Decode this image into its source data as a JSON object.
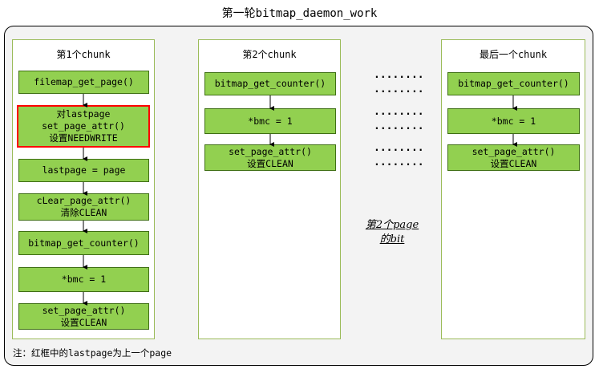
{
  "title": "第一轮bitmap_daemon_work",
  "panels": [
    {
      "title": "第1个chunk",
      "boxes": [
        {
          "label": "filemap_get_page()"
        },
        {
          "label": "对lastpage\nset_page_attr()\n设置NEEDWRITE",
          "highlight": true
        },
        {
          "label": "lastpage = page"
        },
        {
          "label": "cLear_page_attr()\n清除CLEAN"
        },
        {
          "label": "bitmap_get_counter()"
        },
        {
          "label": "*bmc = 1"
        },
        {
          "label": "set_page_attr()\n设置CLEAN"
        }
      ]
    },
    {
      "title": "第2个chunk",
      "boxes": [
        {
          "label": "bitmap_get_counter()"
        },
        {
          "label": "*bmc = 1"
        },
        {
          "label": "set_page_attr()\n设置CLEAN"
        }
      ]
    },
    {
      "title": "最后一个chunk",
      "boxes": [
        {
          "label": "bitmap_get_counter()"
        },
        {
          "label": "*bmc = 1"
        },
        {
          "label": "set_page_attr()\n设置CLEAN"
        }
      ]
    }
  ],
  "ellipsis": "........",
  "annotation": "第2个page\n的bit",
  "note": "注：红框中的lastpage为上一个page"
}
